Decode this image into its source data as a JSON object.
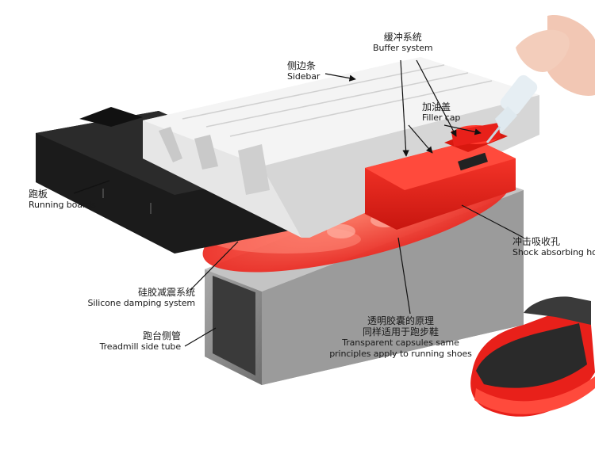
{
  "labels": {
    "buffer_system": {
      "zh": "缓冲系统",
      "en": "Buffer system"
    },
    "sidebar": {
      "zh": "侧边条",
      "en": "Sidebar"
    },
    "filler_cap": {
      "zh": "加油盖",
      "en": "Filler cap"
    },
    "running_boards": {
      "zh": "跑板",
      "en": "Running boards"
    },
    "shock_absorbing_hole": {
      "zh": "冲击吸收孔",
      "en": "Shock absorbing ho"
    },
    "silicone_damping": {
      "zh": "硅胶减震系统",
      "en": "Silicone damping system"
    },
    "treadmill_side_tube": {
      "zh": "跑台侧管",
      "en": "Treadmill side tube"
    },
    "transparent_capsules": {
      "zh1": "透明胶囊的原理",
      "zh2": "同样适用于跑步鞋",
      "en1": "Transparent capsules same",
      "en2": "principles apply to running shoes"
    }
  },
  "colors": {
    "red": "#e8201a",
    "dark_red": "#b0140f",
    "board": "#1b1b1b",
    "tube": "#8e8e8e",
    "sidebar": "#eeeeee"
  },
  "icons": [
    "hand-dropper-icon",
    "running-shoe-icon"
  ]
}
